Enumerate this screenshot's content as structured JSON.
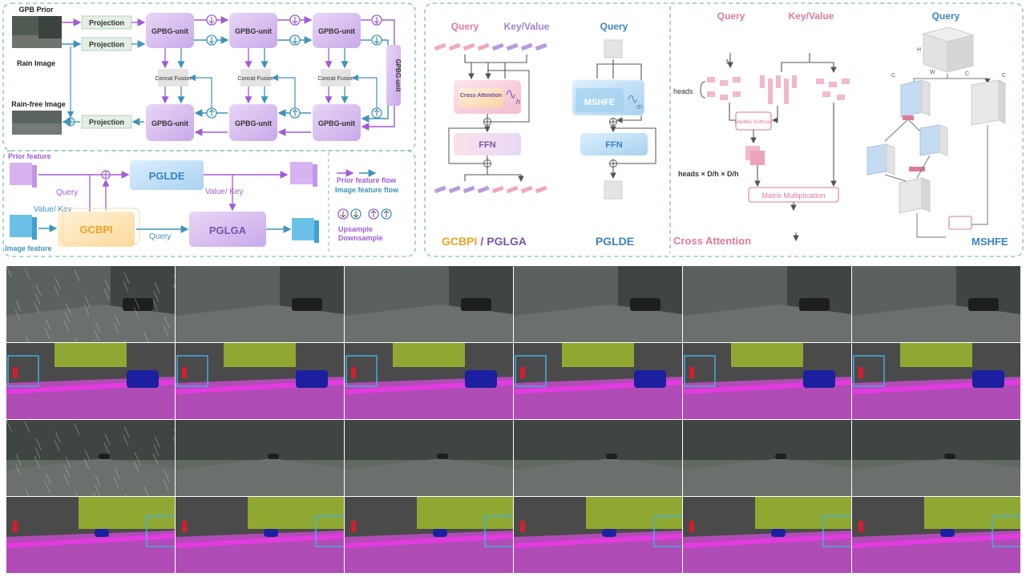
{
  "panel_a": {
    "gpb_prior": "GPB Prior",
    "rain_image": "Rain Image",
    "rain_free_image": "Rain-free Image",
    "projection": "Projection",
    "unit_label": "GPBG-unit",
    "concat_fusion": "Concat Fusion",
    "gpbg_side": "GPBG-unit"
  },
  "panel_b": {
    "prior_feature": "Prior feature",
    "image_feature": "Image feature",
    "query1": "Query",
    "query2": "Query",
    "value_key1": "Value/ Key",
    "value_key2": "Value/ Key",
    "pglde": "PGLDE",
    "gcbpi": "GCBPI",
    "pglga": "PGLGA",
    "prior_flow": "Prior feature flow",
    "image_flow": "Image feature flow",
    "upsample": "Upsample",
    "downsample": "Downsample"
  },
  "panel_c": {
    "query_kv": "Query",
    "key_value": "Key/Value",
    "cross_attention": "Cross Attention",
    "h": "h",
    "ffn": "FFN",
    "gcbpi": "GCBPI",
    "slash": "/",
    "pglga": "PGLGA",
    "query_m": "Query",
    "mshfe": "MSHFE",
    "m": "m",
    "ffn2": "FFN",
    "pglde": "PGLDE"
  },
  "panel_d": {
    "query": "Query",
    "key_value": "Key/Value",
    "n": "N",
    "heads": "heads",
    "matmul": "MatMul Softmax",
    "heads_dims": "heads × D/h × D/h",
    "matrix_mult": "Matrix Multiplication",
    "cross_attention": "Cross Attention"
  },
  "panel_e": {
    "query": "Query",
    "h": "H",
    "w": "W",
    "c": "C",
    "mshfe": "MSHFE"
  },
  "colors": {
    "purple": "#a05bd6",
    "teal": "#3f93b8",
    "orange": "#f0a22a",
    "pink": "#e07a9a",
    "blue_text": "#3b83c4",
    "dashed_border": "#7fbfb0"
  }
}
